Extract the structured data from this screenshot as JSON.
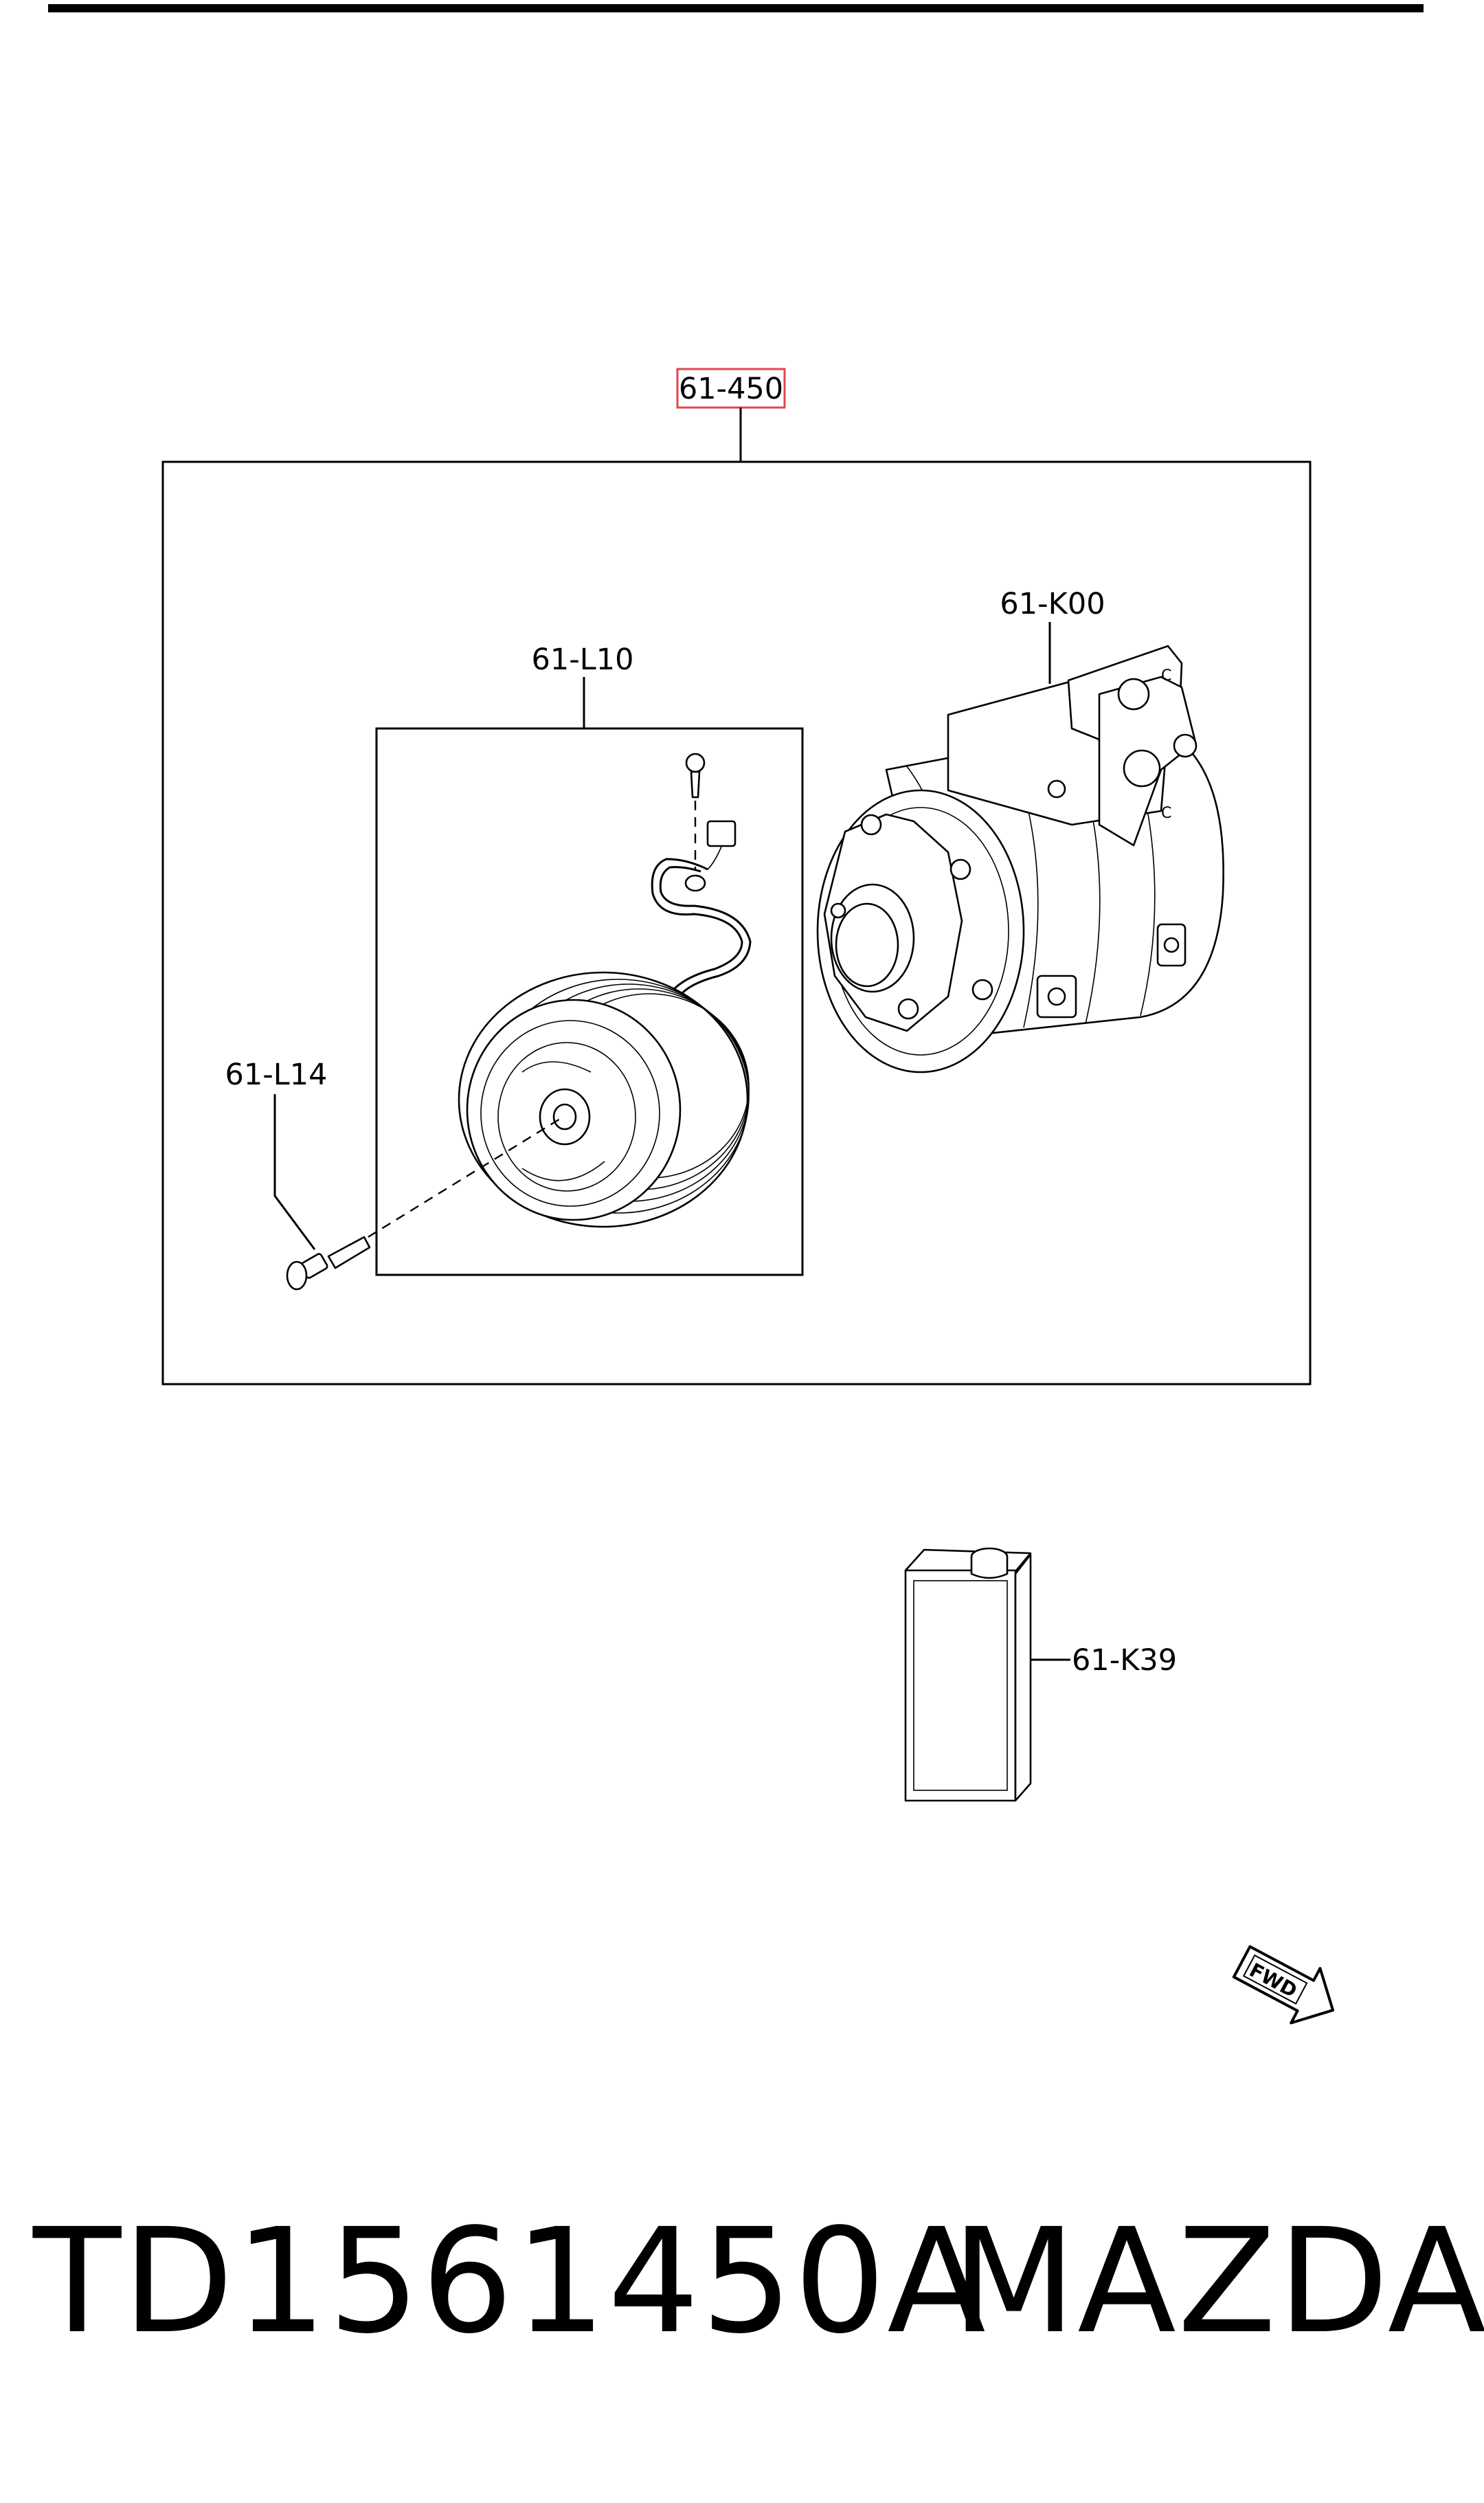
{
  "labels": {
    "assembly": "61-450",
    "compressor": "61-K00",
    "clutch": "61-L10",
    "bolt": "61-L14",
    "oil": "61-K39"
  },
  "fwd_text": "FWD",
  "footer": {
    "part_number": "TD1561450A",
    "brand": "MAZDA"
  },
  "colors": {
    "highlight": "#e0464e",
    "ink": "#000000"
  }
}
